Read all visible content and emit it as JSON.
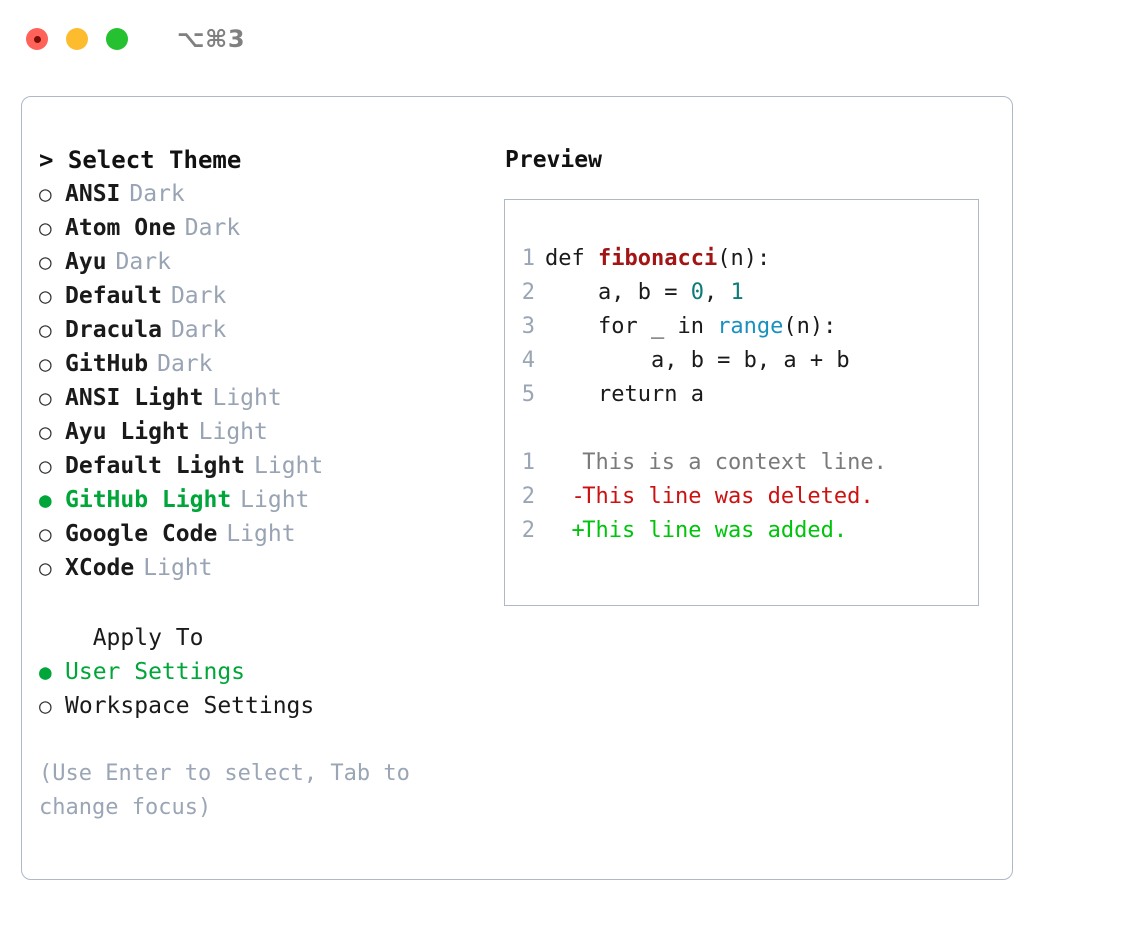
{
  "titlebar": {
    "shortcut": "⌥⌘3",
    "buttons": [
      "close",
      "minimize",
      "maximize"
    ]
  },
  "theme_list": {
    "header": "> Select Theme",
    "marker_selected": "●",
    "marker_unselected": "○",
    "items": [
      {
        "label": "ANSI",
        "badge": "Dark",
        "selected": false
      },
      {
        "label": "Atom One",
        "badge": "Dark",
        "selected": false
      },
      {
        "label": "Ayu",
        "badge": "Dark",
        "selected": false
      },
      {
        "label": "Default",
        "badge": "Dark",
        "selected": false
      },
      {
        "label": "Dracula",
        "badge": "Dark",
        "selected": false
      },
      {
        "label": "GitHub",
        "badge": "Dark",
        "selected": false
      },
      {
        "label": "ANSI Light",
        "badge": "Light",
        "selected": false
      },
      {
        "label": "Ayu Light",
        "badge": "Light",
        "selected": false
      },
      {
        "label": "Default Light",
        "badge": "Light",
        "selected": false
      },
      {
        "label": "GitHub Light",
        "badge": "Light",
        "selected": true
      },
      {
        "label": "Google Code",
        "badge": "Light",
        "selected": false
      },
      {
        "label": "XCode",
        "badge": "Light",
        "selected": false
      }
    ]
  },
  "apply_to": {
    "title": "  Apply To",
    "items": [
      {
        "label": "User Settings",
        "selected": true
      },
      {
        "label": "Workspace Settings",
        "selected": false
      }
    ]
  },
  "hint": "(Use Enter to select, Tab to change focus)",
  "preview": {
    "title": "Preview",
    "code_lines": [
      {
        "num": "1",
        "segments": [
          {
            "text": "def ",
            "style": "plain"
          },
          {
            "text": "fibonacci",
            "style": "fn"
          },
          {
            "text": "(n):",
            "style": "plain"
          }
        ]
      },
      {
        "num": "2",
        "segments": [
          {
            "text": "    a, b = ",
            "style": "plain"
          },
          {
            "text": "0",
            "style": "num"
          },
          {
            "text": ", ",
            "style": "plain"
          },
          {
            "text": "1",
            "style": "num"
          }
        ]
      },
      {
        "num": "3",
        "segments": [
          {
            "text": "    for _ in ",
            "style": "plain"
          },
          {
            "text": "range",
            "style": "kw"
          },
          {
            "text": "(n):",
            "style": "plain"
          }
        ]
      },
      {
        "num": "4",
        "segments": [
          {
            "text": "        a, b = b, a + b",
            "style": "plain"
          }
        ]
      },
      {
        "num": "5",
        "segments": [
          {
            "text": "    return a",
            "style": "plain"
          }
        ]
      }
    ],
    "diff_lines": [
      {
        "num": "1",
        "sign": " ",
        "text": "This is a context line.",
        "type": "context"
      },
      {
        "num": "2",
        "sign": "-",
        "text": "This line was deleted.",
        "type": "deleted"
      },
      {
        "num": "2",
        "sign": "+",
        "text": "This line was added.",
        "type": "added"
      }
    ]
  },
  "colors": {
    "accent_green": "#00a63a",
    "badge_gray": "#98a3b3",
    "border": "#aeb8c6",
    "syntax_function": "#a31515",
    "syntax_number": "#0a7d79",
    "syntax_keyword": "#1a90c0",
    "diff_deleted": "#cc1111",
    "diff_added": "#00c40c",
    "diff_context": "#7a7a7a",
    "hint": "#9aa5b5"
  }
}
